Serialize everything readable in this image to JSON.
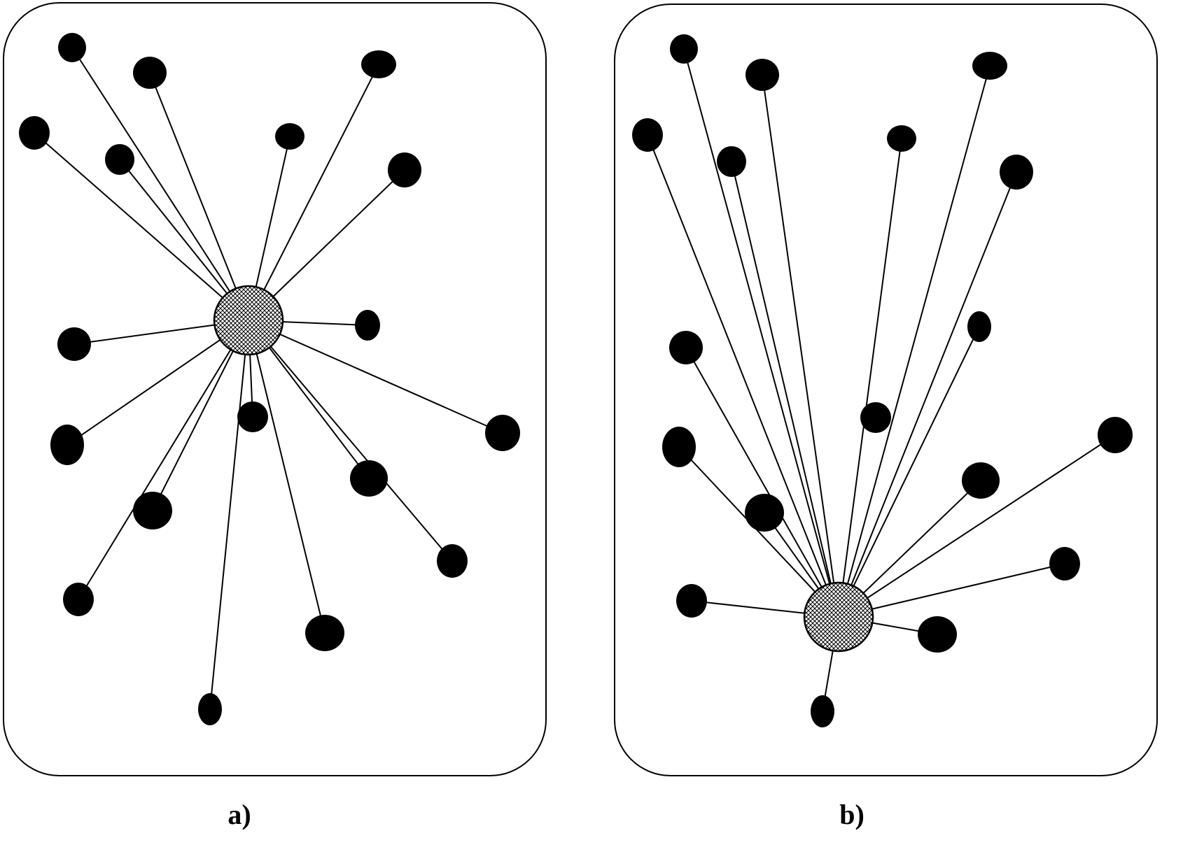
{
  "panels": [
    {
      "id": "a",
      "caption": "a)",
      "hub": {
        "position": "center",
        "pattern": "crosshatch"
      },
      "node_count": 19
    },
    {
      "id": "b",
      "caption": "b)",
      "hub": {
        "position": "bottom-center",
        "pattern": "crosshatch"
      },
      "node_count": 19
    }
  ],
  "colors": {
    "background": "#ffffff",
    "node": "#000000",
    "link": "#000000",
    "hub_hatch": "#000000"
  }
}
